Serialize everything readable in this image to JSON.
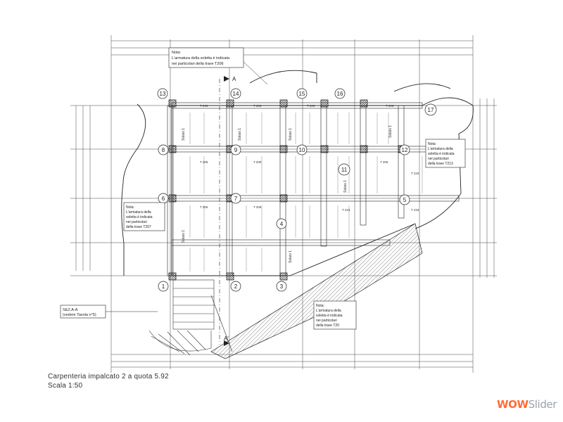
{
  "drawing": {
    "title": "Carpenteria impalcato 2 a quota 5.92",
    "scale": "Scala 1:50"
  },
  "grid_nodes": [
    "13",
    "14",
    "15",
    "16",
    "17",
    "8",
    "9",
    "10",
    "11",
    "12",
    "6",
    "7",
    "4",
    "5",
    "1",
    "2",
    "3"
  ],
  "section": {
    "mark_top": "A",
    "mark_bottom": "A'"
  },
  "section_box": {
    "line1": "SEZ.A-A",
    "line2": "(vedere Tavola n°5)"
  },
  "notes": [
    {
      "line1": "Nota:",
      "line2": "L'armatura della soletta è indicata",
      "line3": "nei particolari della trave T206"
    },
    {
      "line1": "Nota:",
      "line2": "L'armatura della",
      "line3": "soletta è indicata",
      "line4": "nei particolari",
      "line5": "della trave T213"
    },
    {
      "line1": "Nota:",
      "line2": "L'armatura della",
      "line3": "soletta è indicata",
      "line4": "nei particolari",
      "line5": "della trave T207"
    },
    {
      "line1": "Nota:",
      "line2": "L'armatura della",
      "line3": "soletta è indicata",
      "line4": "nei particolari",
      "line5": "della trave T20"
    }
  ],
  "beam_labels": [
    "T 206",
    "T 206",
    "T 206",
    "T 206",
    "T 209",
    "T 209",
    "T 215",
    "T 215",
    "T 215",
    "T 205",
    "T 205",
    "T 205"
  ],
  "slab_labels": [
    "Solaio 1",
    "Solaio 1",
    "Solaio 1",
    "Solaio 1",
    "Solaio 1",
    "Solaio 1",
    "Solaio 1"
  ],
  "watermark": {
    "part1": "WOW",
    "part2": "Slider"
  }
}
